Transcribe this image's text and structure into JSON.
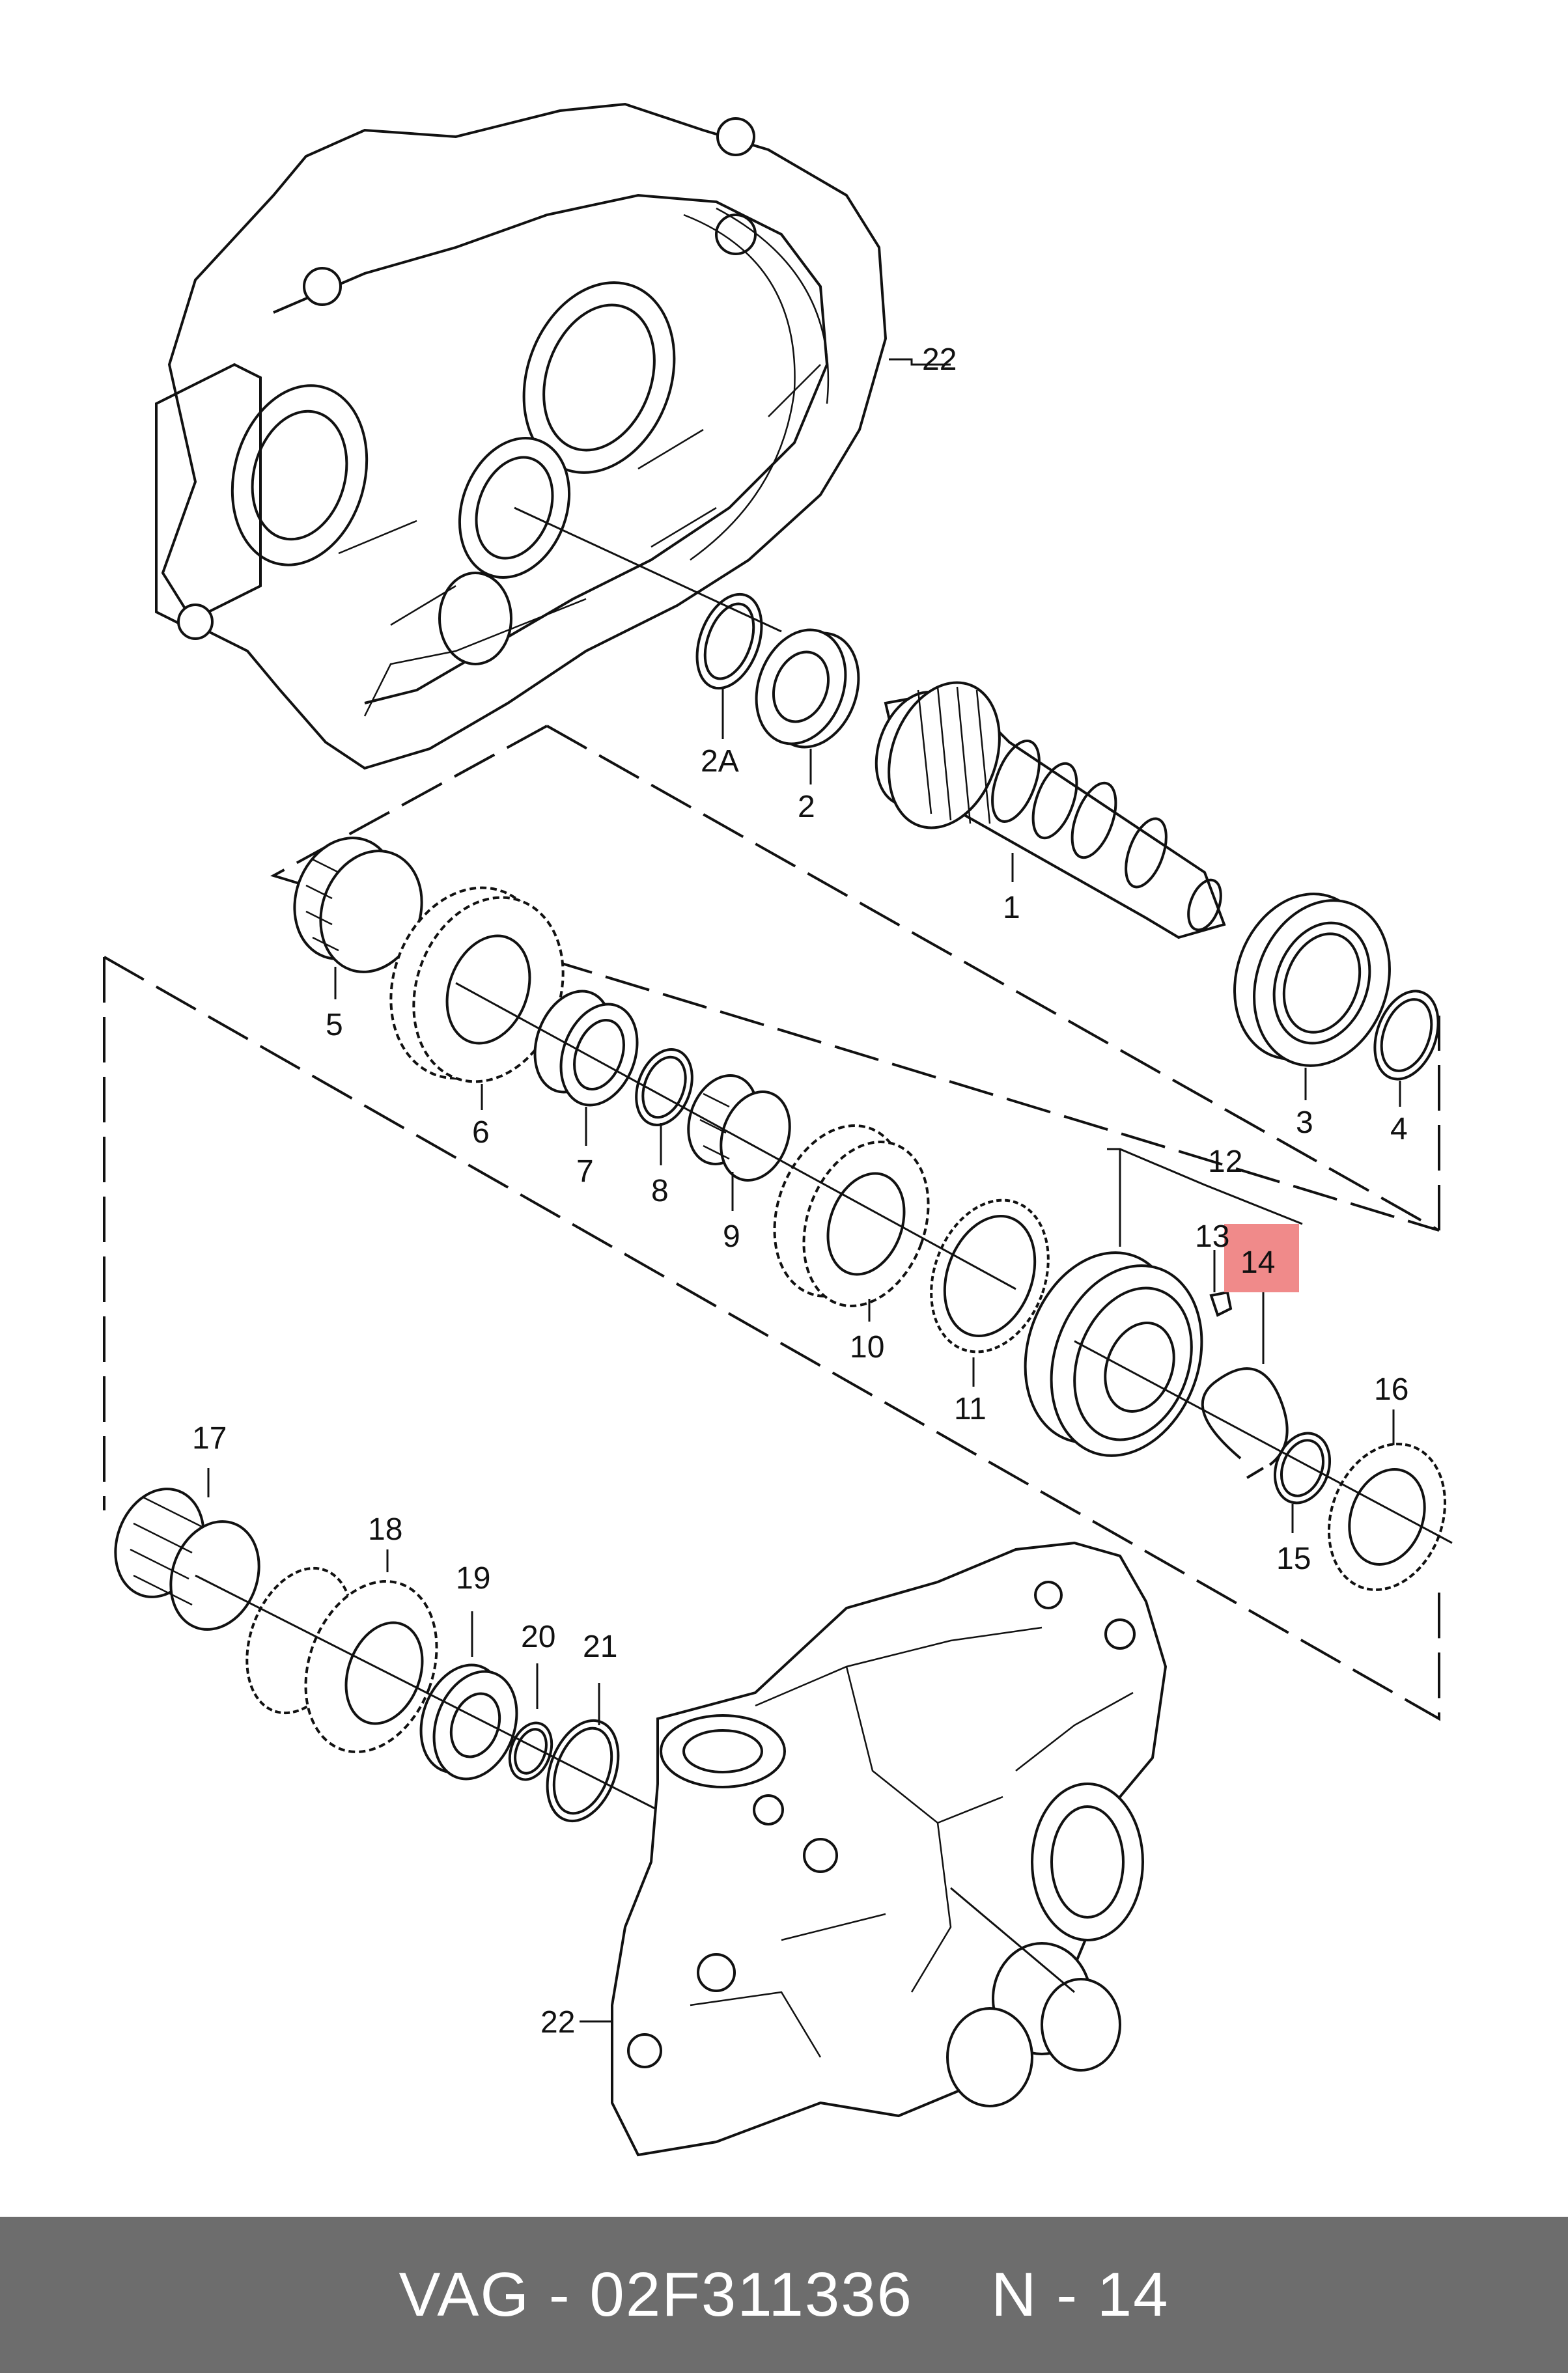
{
  "labels": {
    "p1": "1",
    "p2": "2",
    "p2a": "2A",
    "p3": "3",
    "p4": "4",
    "p5": "5",
    "p6": "6",
    "p7": "7",
    "p8": "8",
    "p9": "9",
    "p10": "10",
    "p11": "11",
    "p12": "12",
    "p13": "13",
    "p14": "14",
    "p15": "15",
    "p16": "16",
    "p17": "17",
    "p18": "18",
    "p19": "19",
    "p20": "20",
    "p21": "21",
    "p22_top": "22",
    "p22_bottom": "22"
  },
  "highlight_color": "#f08a8a",
  "footer": {
    "part_number": "VAG - 02F311336",
    "callout": "N - 14"
  }
}
